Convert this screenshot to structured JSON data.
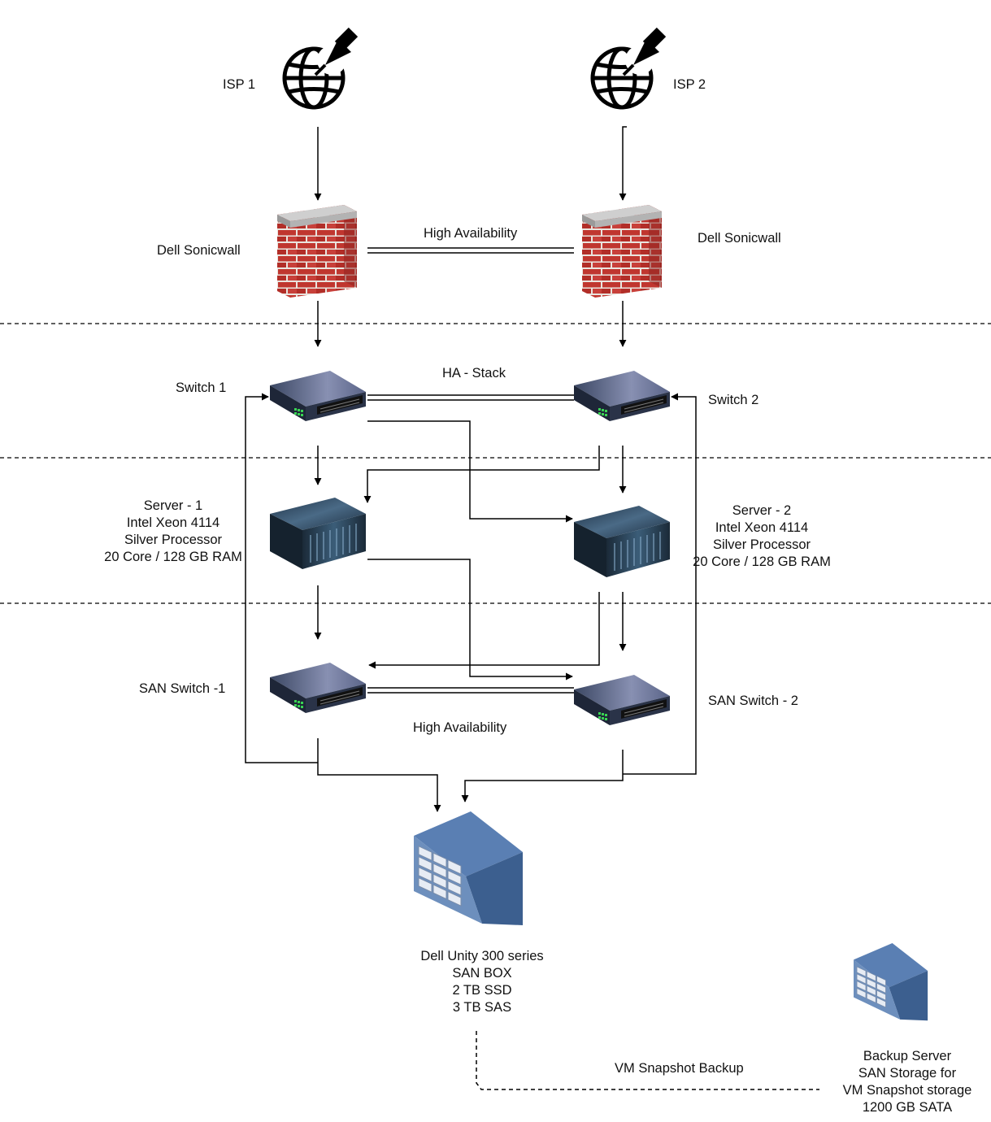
{
  "isp": [
    {
      "label": "ISP 1",
      "icon": "globe-pin-icon"
    },
    {
      "label": "ISP 2",
      "icon": "globe-pin-icon"
    }
  ],
  "firewalls": [
    {
      "label": "Dell Sonicwall",
      "icon": "brick-firewall-icon"
    },
    {
      "label": "Dell Sonicwall",
      "icon": "brick-firewall-icon"
    }
  ],
  "firewall_link_label": "High Availability",
  "switches": [
    {
      "label": "Switch 1",
      "icon": "network-switch-icon"
    },
    {
      "label": "Switch 2",
      "icon": "network-switch-icon"
    }
  ],
  "switch_link_label": "HA - Stack",
  "servers": [
    {
      "lines": [
        "Server - 1",
        "Intel Xeon 4114",
        "Silver Processor",
        "20 Core / 128 GB RAM"
      ],
      "icon": "rack-server-icon"
    },
    {
      "lines": [
        "Server - 2",
        "Intel Xeon 4114",
        "Silver Processor",
        "20 Core / 128 GB RAM"
      ],
      "icon": "rack-server-icon"
    }
  ],
  "san_switches": [
    {
      "label": "SAN Switch -1",
      "icon": "network-switch-icon"
    },
    {
      "label": "SAN Switch - 2",
      "icon": "network-switch-icon"
    }
  ],
  "san_switch_link_label": "High Availability",
  "san_box": {
    "lines": [
      "Dell Unity 300 series",
      "SAN BOX",
      "2 TB SSD",
      "3 TB SAS"
    ],
    "icon": "storage-array-icon"
  },
  "backup_link_label": "VM Snapshot Backup",
  "backup_server": {
    "lines": [
      "Backup Server",
      "SAN Storage for",
      "VM Snapshot storage",
      "1200 GB SATA"
    ],
    "icon": "storage-array-icon"
  },
  "colors": {
    "line": "#000000",
    "brick": "#c0362f",
    "brick_mortar": "#e9e4de",
    "cap": "#b8b8b8",
    "switch_body": "#2e3a52",
    "switch_ports": "#1a1a1a",
    "switch_leds": "#39d353",
    "server_body": "#22384d",
    "storage_face": "#cfd8e6",
    "storage_side": "#3c5f8f",
    "storage_top": "#5a7fb3"
  }
}
